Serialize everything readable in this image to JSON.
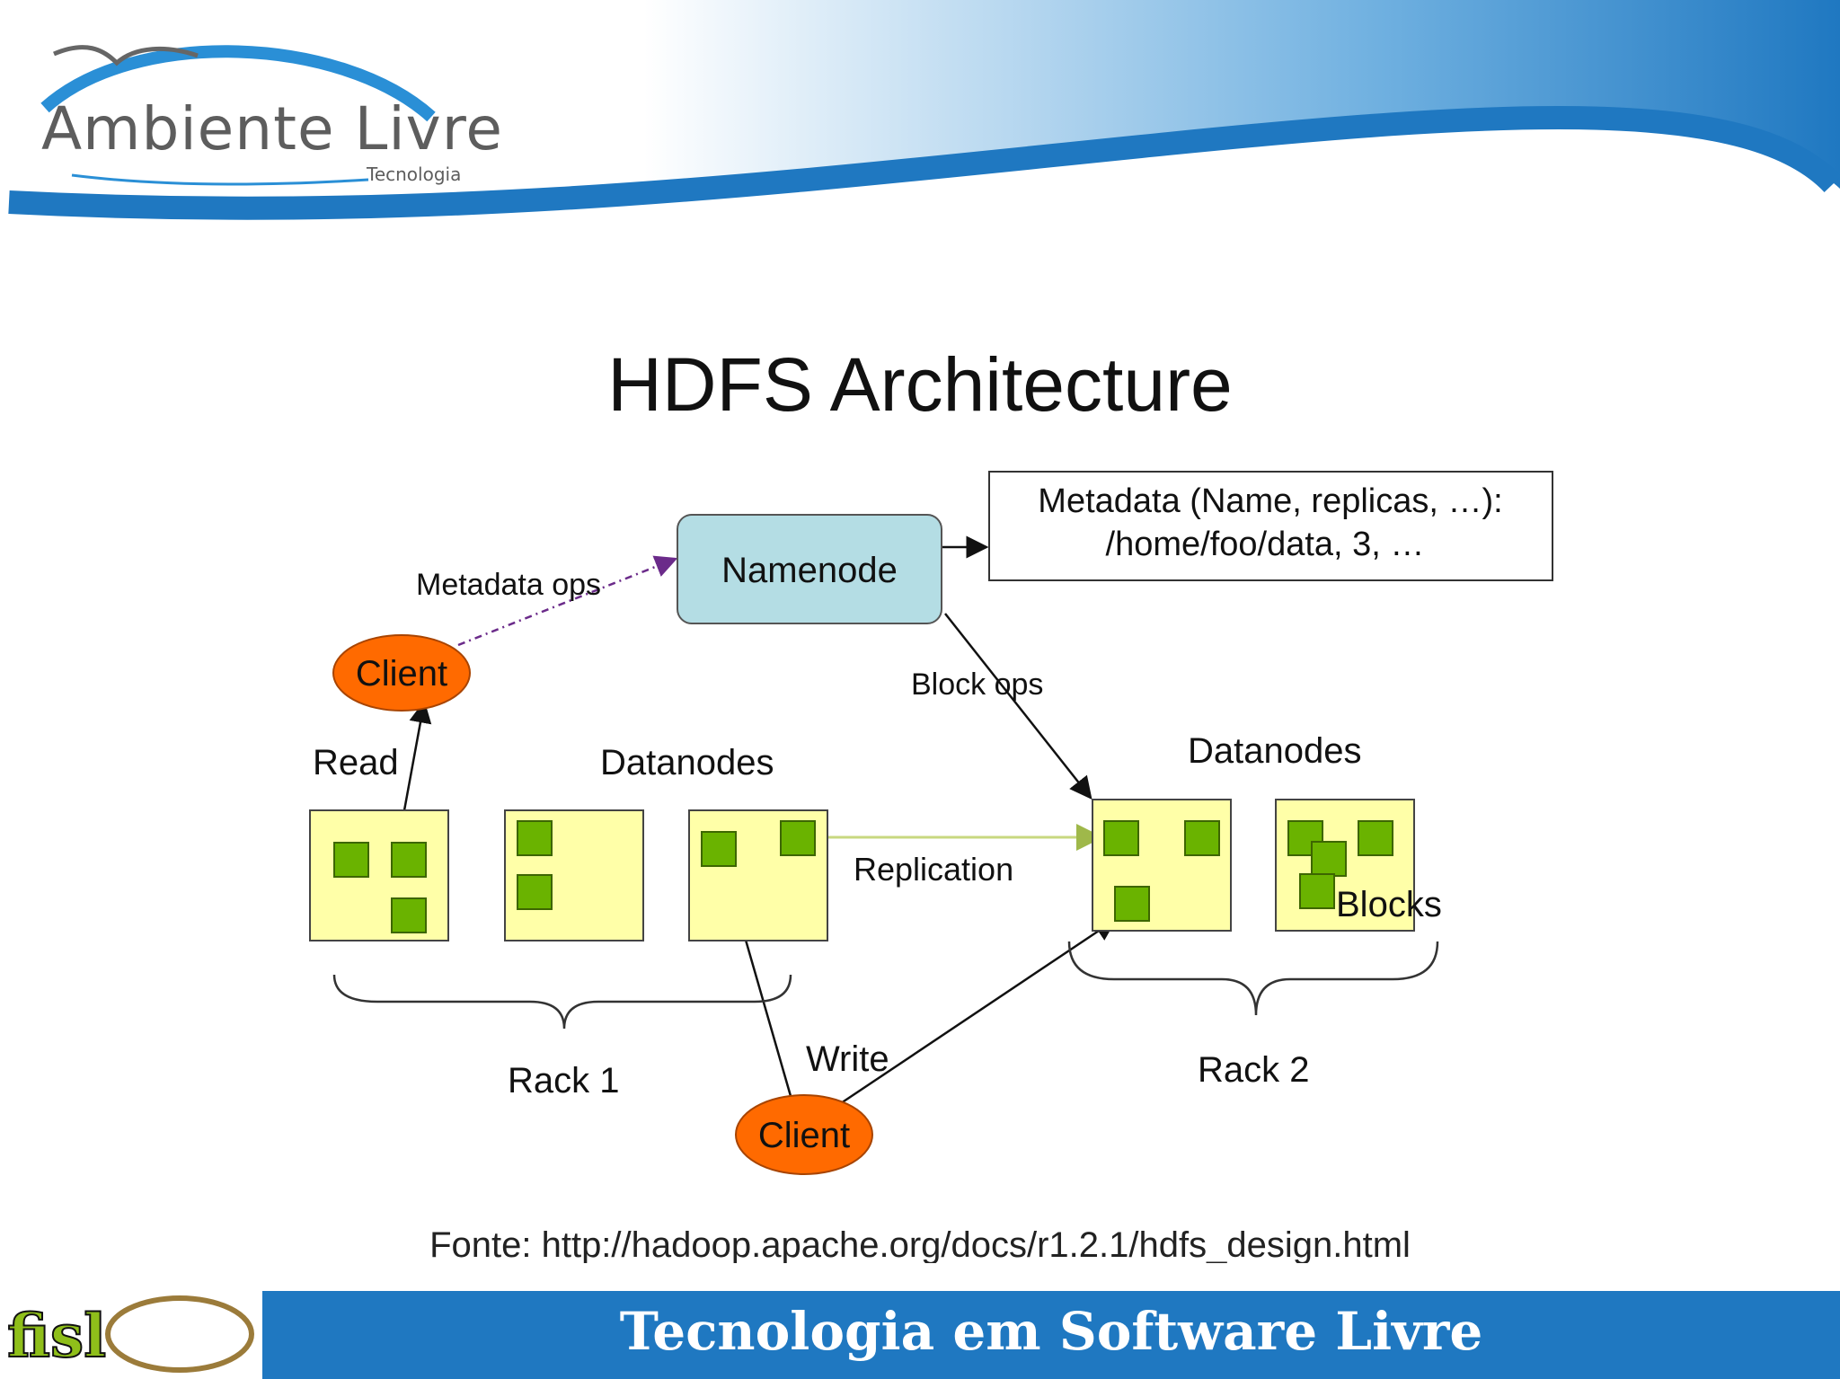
{
  "header": {
    "brand_name": "Ambiente Livre",
    "brand_sub": "Tecnologia"
  },
  "slide": {
    "title": "HDFS Architecture",
    "source": "Fonte: http://hadoop.apache.org/docs/r1.2.1/hdfs_design.html"
  },
  "diagram": {
    "namenode": "Namenode",
    "metadata_line1": "Metadata (Name, replicas, …):",
    "metadata_line2": "/home/foo/data, 3, …",
    "metadata_ops": "Metadata ops",
    "block_ops": "Block ops",
    "client_top": "Client",
    "client_bottom": "Client",
    "read": "Read",
    "write": "Write",
    "datanodes_left": "Datanodes",
    "datanodes_right": "Datanodes",
    "replication": "Replication",
    "blocks": "Blocks",
    "rack1": "Rack 1",
    "rack2": "Rack 2"
  },
  "colors": {
    "brand_blue": "#1f78c1",
    "namenode_fill": "#b4dde4",
    "client_fill": "#ff6a00",
    "datanode_fill": "#ffffa8",
    "block_fill": "#6ab300",
    "replication_line": "#c8d880"
  },
  "footer": {
    "text": "Tecnologia em Software Livre",
    "logo_text": "fisl"
  }
}
